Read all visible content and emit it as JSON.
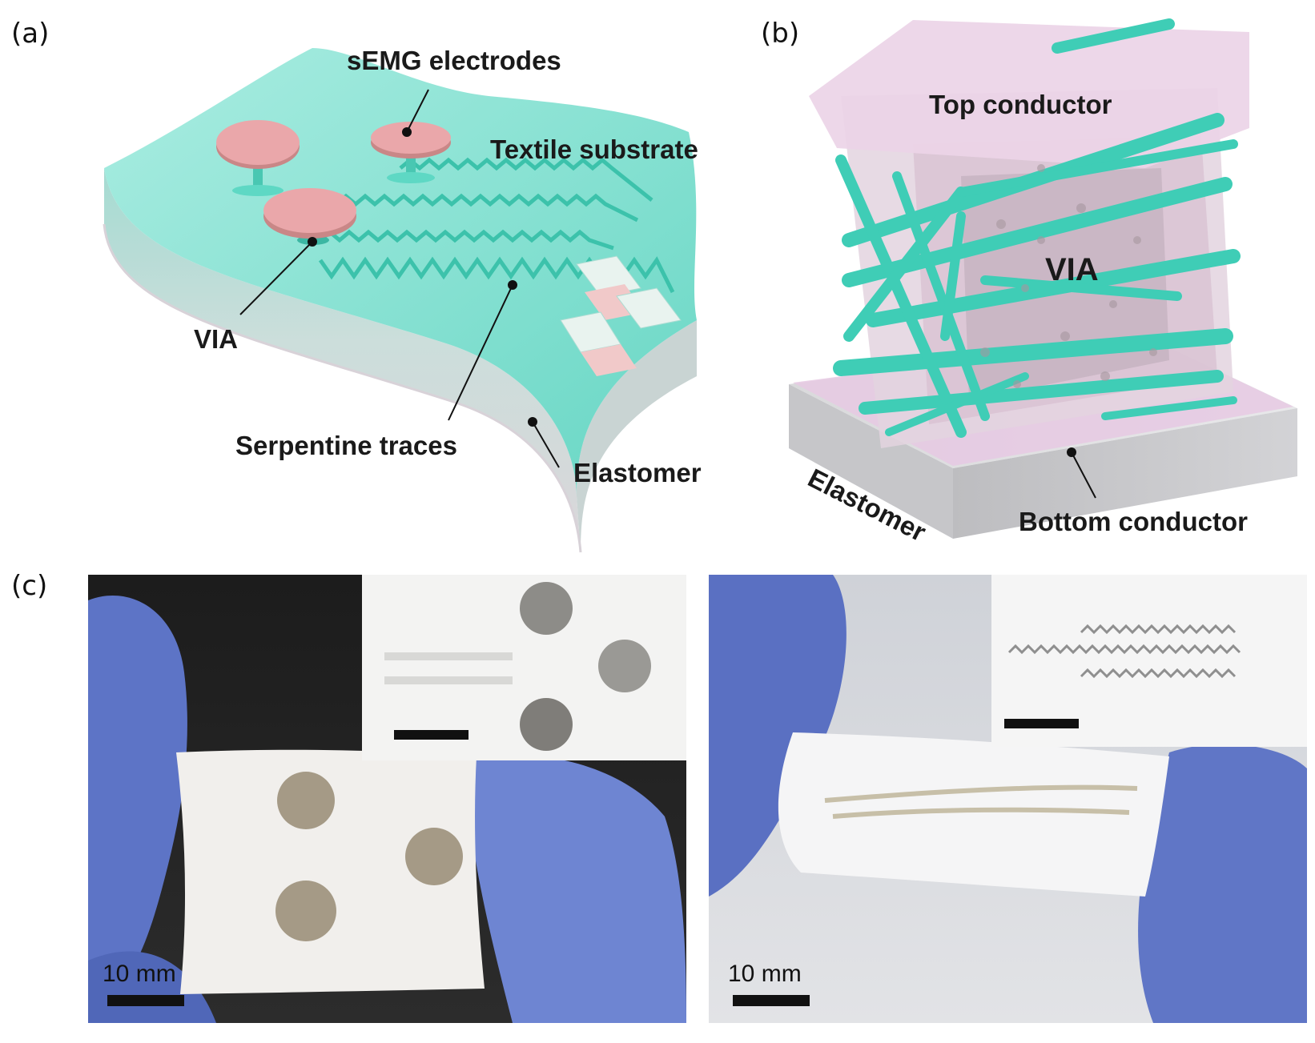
{
  "panel_a": {
    "letter": "(a)",
    "labels": {
      "electrodes": "sEMG electrodes",
      "substrate": "Textile substrate",
      "via": "VIA",
      "traces": "Serpentine traces",
      "elastomer": "Elastomer"
    }
  },
  "panel_b": {
    "letter": "(b)",
    "labels": {
      "top": "Top conductor",
      "via": "VIA",
      "elastomer": "Elastomer",
      "bottom": "Bottom conductor"
    }
  },
  "panel_c": {
    "letter": "(c)",
    "left_scale": "10 mm",
    "right_scale": "10 mm"
  },
  "colors": {
    "teal": "#5ed8c4",
    "pink": "#e8a3a6",
    "grey": "#cfcfd2",
    "glove": "#5d74c6"
  }
}
